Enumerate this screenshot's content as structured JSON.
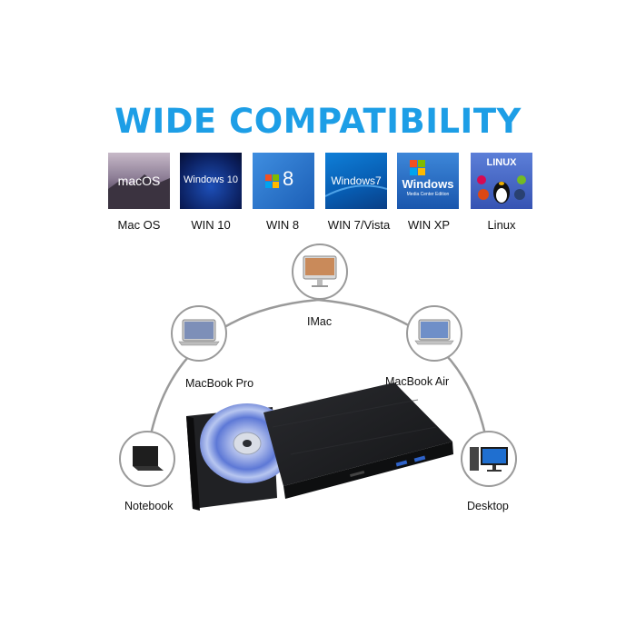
{
  "title": "WIDE COMPATIBILITY",
  "os": [
    {
      "label": "Mac OS",
      "tile_text": "macOS",
      "icon": "macos-icon"
    },
    {
      "label": "WIN 10",
      "tile_text": "Windows 10",
      "icon": "windows10-icon"
    },
    {
      "label": "WIN 8",
      "tile_text": "8",
      "icon": "windows8-icon"
    },
    {
      "label": "WIN 7/Vista",
      "tile_text": "Windows7",
      "icon": "windows7-icon"
    },
    {
      "label": "WIN XP",
      "tile_text": "Windows",
      "tile_sub": "Media Center Edition",
      "icon": "windowsxp-icon"
    },
    {
      "label": "Linux",
      "tile_text": "LINUX",
      "icon": "linux-icon"
    }
  ],
  "devices": [
    {
      "label": "IMac",
      "icon": "imac-icon"
    },
    {
      "label": "MacBook Pro",
      "icon": "macbook-pro-icon"
    },
    {
      "label": "MacBook Air",
      "icon": "macbook-air-icon"
    },
    {
      "label": "Notebook",
      "icon": "notebook-icon"
    },
    {
      "label": "Desktop",
      "icon": "desktop-icon"
    }
  ],
  "colors": {
    "title": "#1d9ee6",
    "arc": "#9a9a9a",
    "drive": "#1b1c1e"
  }
}
